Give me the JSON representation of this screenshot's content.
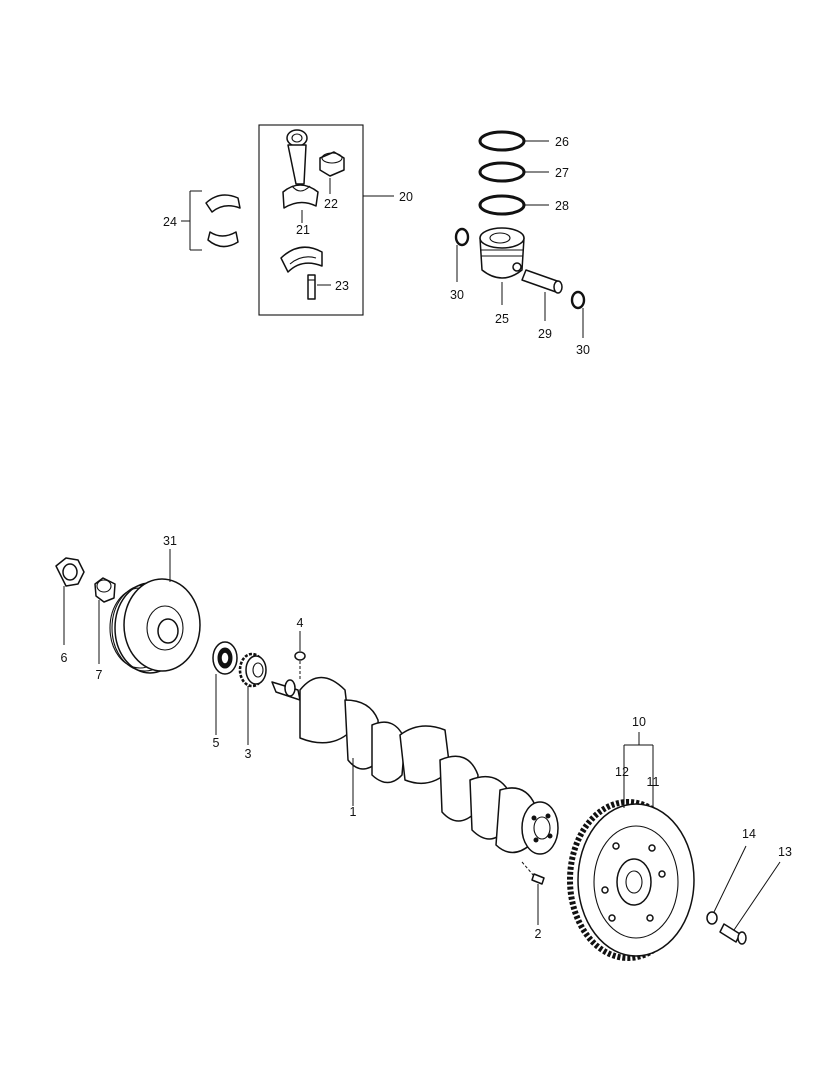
{
  "labels": {
    "p1": "1",
    "p2": "2",
    "p3": "3",
    "p4": "4",
    "p5": "5",
    "p6": "6",
    "p7": "7",
    "p10": "10",
    "p11": "11",
    "p12": "12",
    "p13": "13",
    "p14": "14",
    "p20": "20",
    "p21": "21",
    "p22": "22",
    "p23": "23",
    "p24": "24",
    "p25": "25",
    "p26": "26",
    "p27": "27",
    "p28": "28",
    "p29": "29",
    "p30a": "30",
    "p30b": "30",
    "p31": "31"
  }
}
